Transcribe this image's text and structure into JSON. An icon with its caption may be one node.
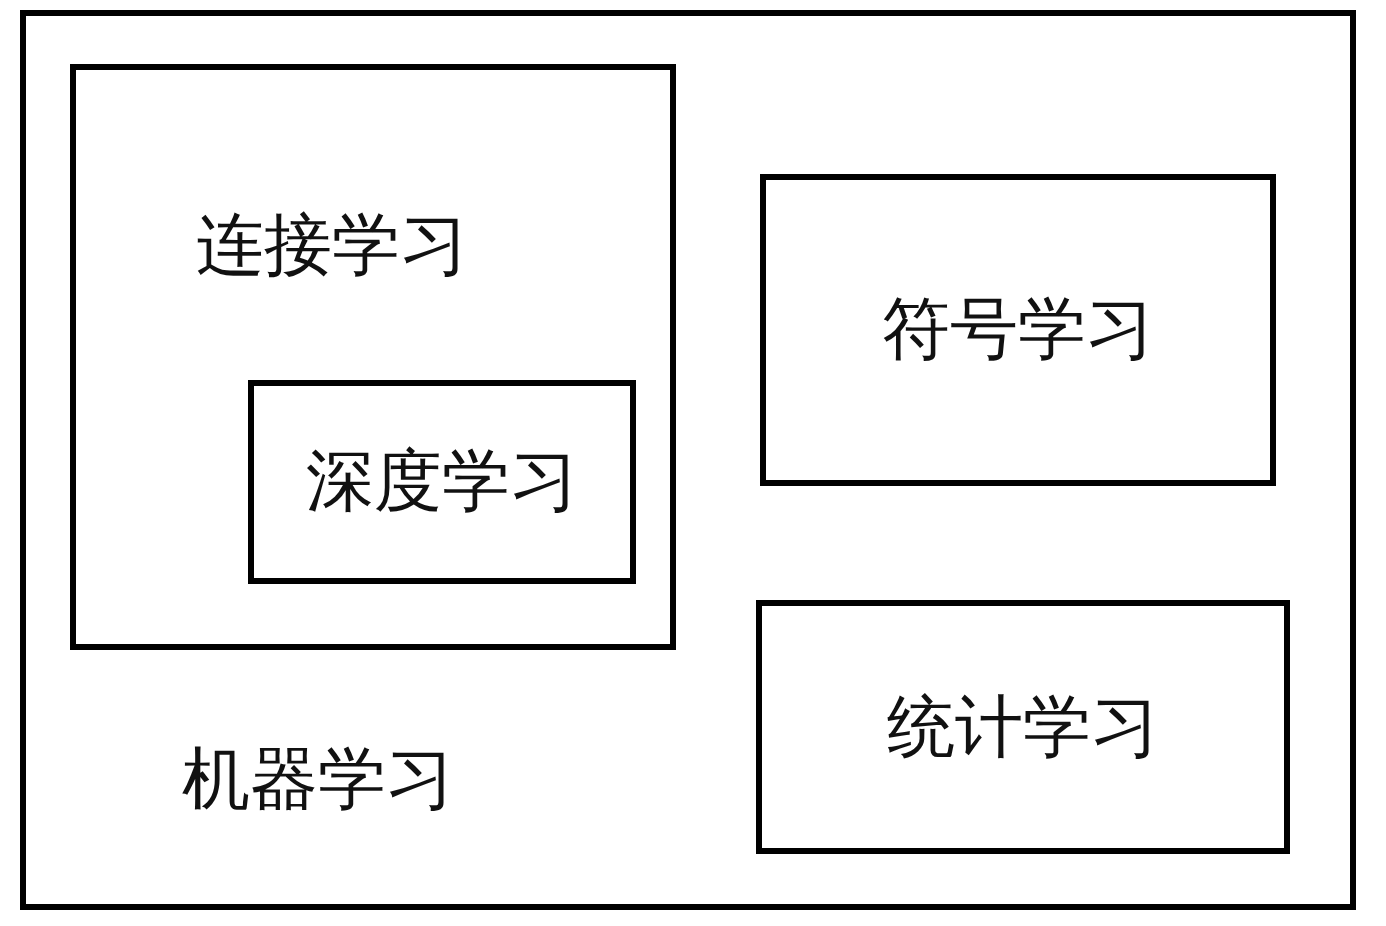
{
  "diagram": {
    "nodes": [
      {
        "text": [
          "机器学习"
        ]
      },
      {
        "text": [
          "连接学习"
        ],
        "in": 0
      },
      {
        "text": [
          "深度学习"
        ],
        "in": 1
      },
      {
        "text": [
          "符号学习"
        ],
        "in": 0
      },
      {
        "text": [
          "统计学习"
        ],
        "in": 0
      }
    ]
  }
}
